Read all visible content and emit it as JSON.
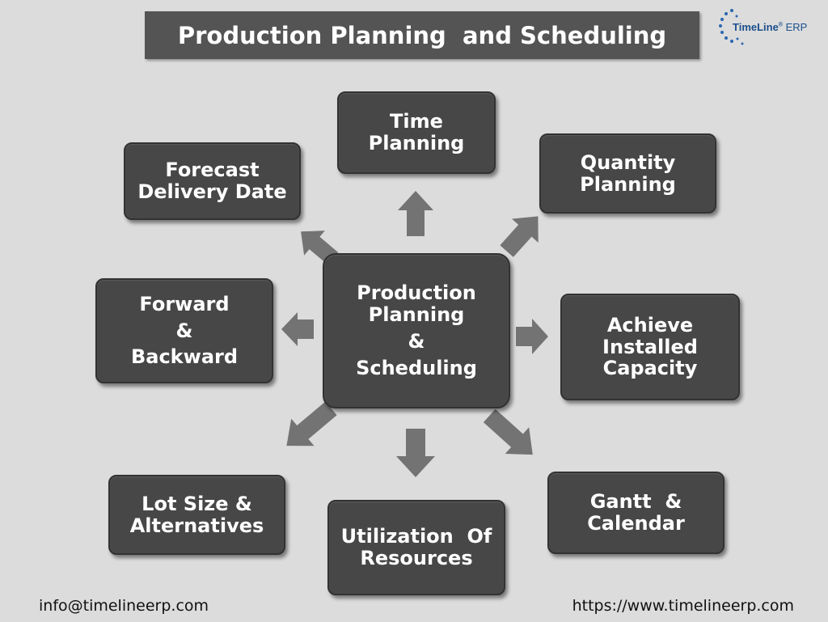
{
  "title": "Production Planning  and Scheduling",
  "logo": {
    "name": "TimeLine",
    "reg": "®",
    "suffix": " ERP"
  },
  "center": {
    "lines": [
      "Production",
      "Planning",
      "&",
      "Scheduling"
    ]
  },
  "nodes": {
    "time_planning": {
      "lines": [
        "Time",
        "Planning"
      ]
    },
    "quantity_planning": {
      "lines": [
        "Quantity",
        "Planning"
      ]
    },
    "achieve_installed_capacity": {
      "lines": [
        "Achieve",
        "Installed",
        "Capacity"
      ]
    },
    "gantt_calendar": {
      "lines": [
        "Gantt  &",
        "Calendar"
      ]
    },
    "utilization_of_resources": {
      "lines": [
        "Utilization  Of",
        "Resources"
      ]
    },
    "lot_size_alternatives": {
      "lines": [
        "Lot Size &",
        "Alternatives"
      ]
    },
    "forward_backward": {
      "lines": [
        "Forward",
        "&",
        "Backward"
      ]
    },
    "forecast_delivery_date": {
      "lines": [
        "Forecast",
        "Delivery Date"
      ]
    }
  },
  "footer": {
    "email": "info@timelineerp.com",
    "website": "https://www.timelineerp.com"
  },
  "colors": {
    "background": "#dcdcdc",
    "box": "#474747",
    "title_bar": "#545454",
    "arrow": "#737373",
    "logo_text": "#1c4f8c"
  }
}
